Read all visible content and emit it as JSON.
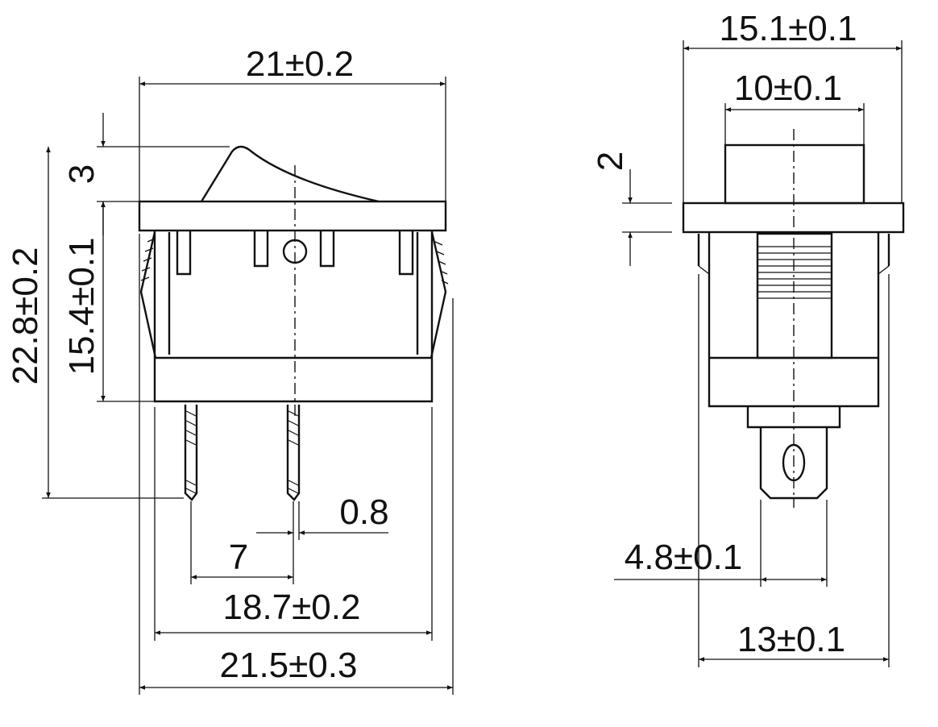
{
  "drawing": {
    "front_view": {
      "overall_width": "21±0.2",
      "rocker_height": "3",
      "overall_height": "22.8±0.2",
      "body_height": "15.4±0.1",
      "terminal_thickness": "0.8",
      "terminal_pitch": "7",
      "cutout_width": "18.7±0.2",
      "clip_width": "21.5±0.3"
    },
    "side_view": {
      "bezel_width": "15.1±0.1",
      "rocker_width": "10±0.1",
      "bezel_thickness": "2",
      "terminal_width": "4.8±0.1",
      "body_width": "13±0.1"
    }
  }
}
